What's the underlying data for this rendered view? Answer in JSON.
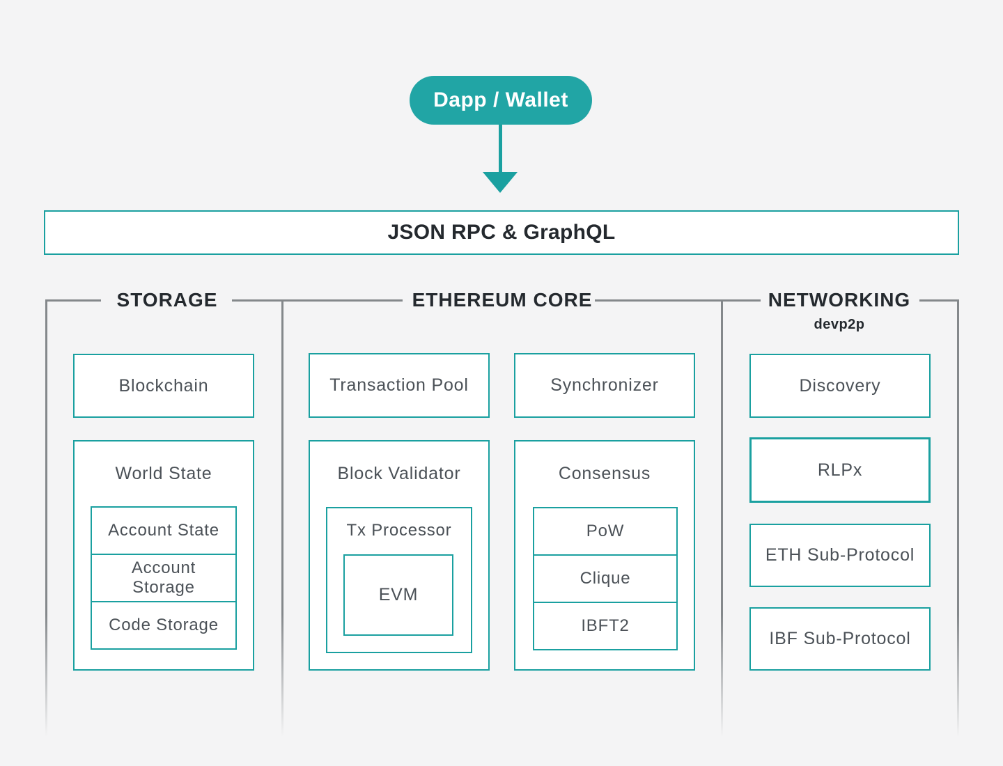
{
  "top": {
    "pill_label": "Dapp / Wallet"
  },
  "rpc_bar": {
    "label": "JSON RPC & GraphQL"
  },
  "sections": {
    "storage": {
      "title": "STORAGE",
      "blockchain": "Blockchain",
      "world_state": "World State",
      "account_state": "Account State",
      "account_storage": "Account Storage",
      "code_storage": "Code Storage"
    },
    "core": {
      "title": "ETHEREUM CORE",
      "transaction_pool": "Transaction Pool",
      "block_validator": "Block Validator",
      "tx_processor": "Tx Processor",
      "evm": "EVM",
      "synchronizer": "Synchronizer",
      "consensus": "Consensus",
      "pow": "PoW",
      "clique": "Clique",
      "ibft2": "IBFT2"
    },
    "networking": {
      "title": "NETWORKING",
      "subtitle": "devp2p",
      "discovery": "Discovery",
      "rlpx": "RLPx",
      "eth_sub_protocol": "ETH Sub-Protocol",
      "ibf_sub_protocol": "IBF Sub-Protocol"
    }
  },
  "colors": {
    "teal_border": "#1aa0a0",
    "pill_teal": "#21a5a5",
    "heading_text": "#24292e",
    "label_text": "#4b5157",
    "line_gray": "#84888b",
    "background": "#f4f4f5"
  }
}
